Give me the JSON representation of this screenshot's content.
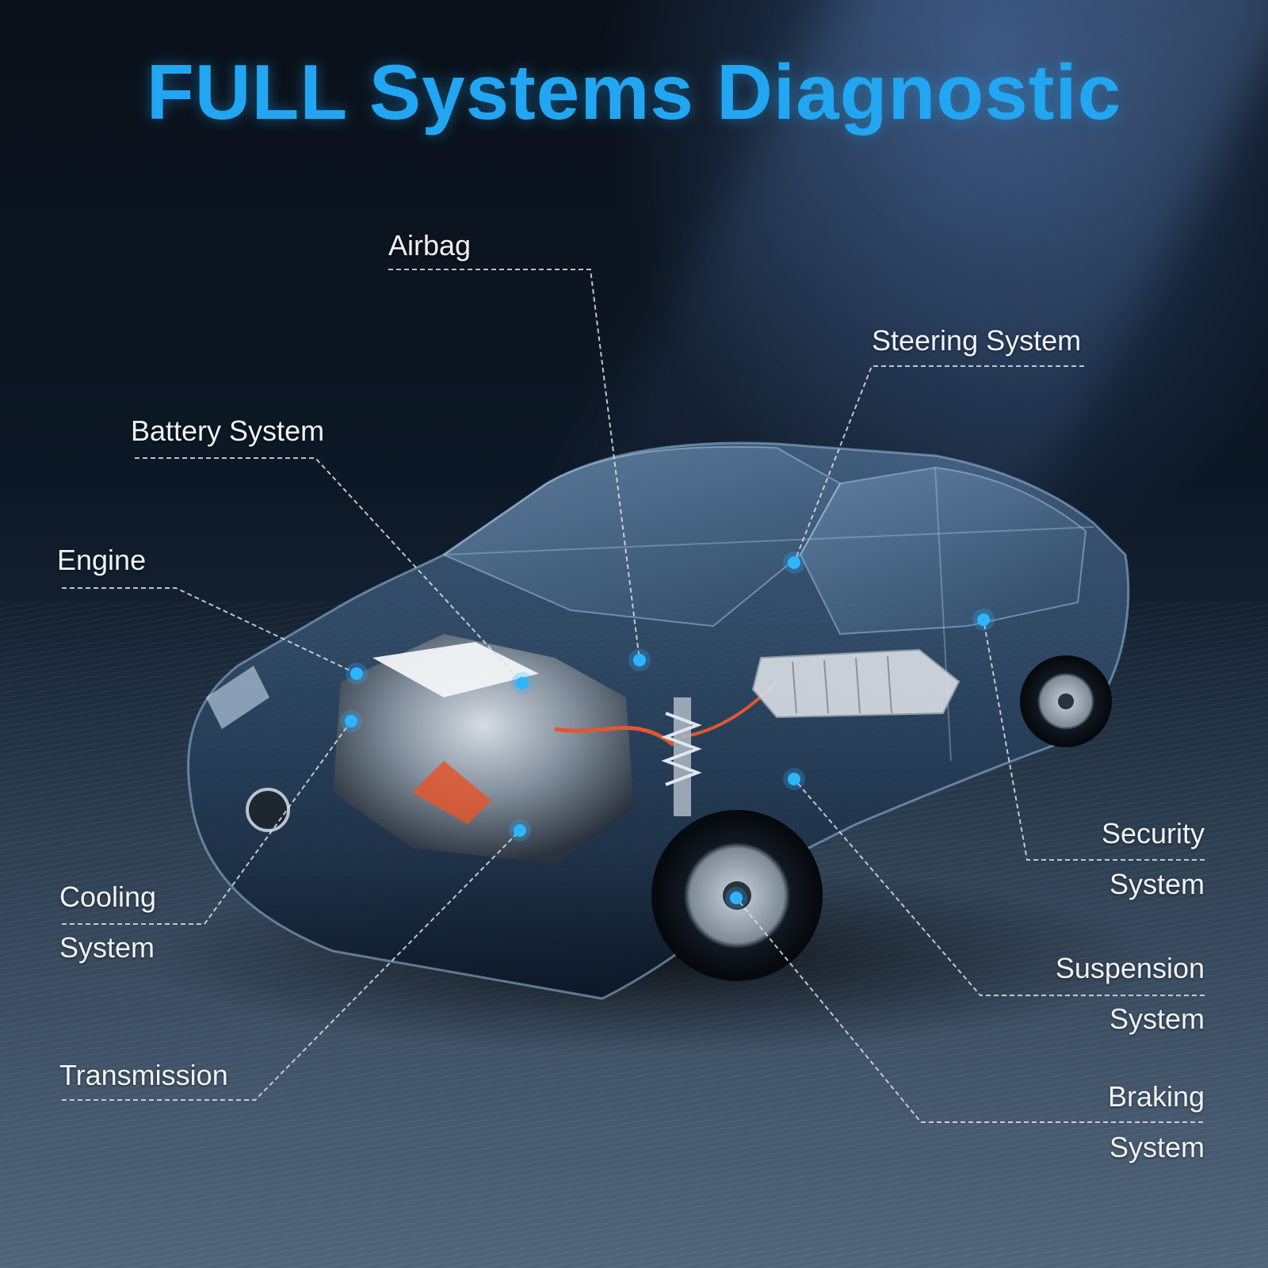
{
  "title": "FULL Systems Diagnostic",
  "colors": {
    "accent": "#22a6f2",
    "dot": "#2fb4ff",
    "label": "#eef3f8",
    "leader": "#d8e2ec"
  },
  "callouts": [
    {
      "id": "airbag",
      "lines": [
        "Airbag"
      ]
    },
    {
      "id": "steering",
      "lines": [
        "Steering System"
      ]
    },
    {
      "id": "battery",
      "lines": [
        "Battery System"
      ]
    },
    {
      "id": "engine",
      "lines": [
        "Engine"
      ]
    },
    {
      "id": "cooling",
      "lines": [
        "Cooling",
        "System"
      ]
    },
    {
      "id": "transmission",
      "lines": [
        "Transmission"
      ]
    },
    {
      "id": "security",
      "lines": [
        "Security",
        "System"
      ]
    },
    {
      "id": "suspension",
      "lines": [
        "Suspension",
        "System"
      ]
    },
    {
      "id": "braking",
      "lines": [
        "Braking",
        "System"
      ]
    }
  ]
}
